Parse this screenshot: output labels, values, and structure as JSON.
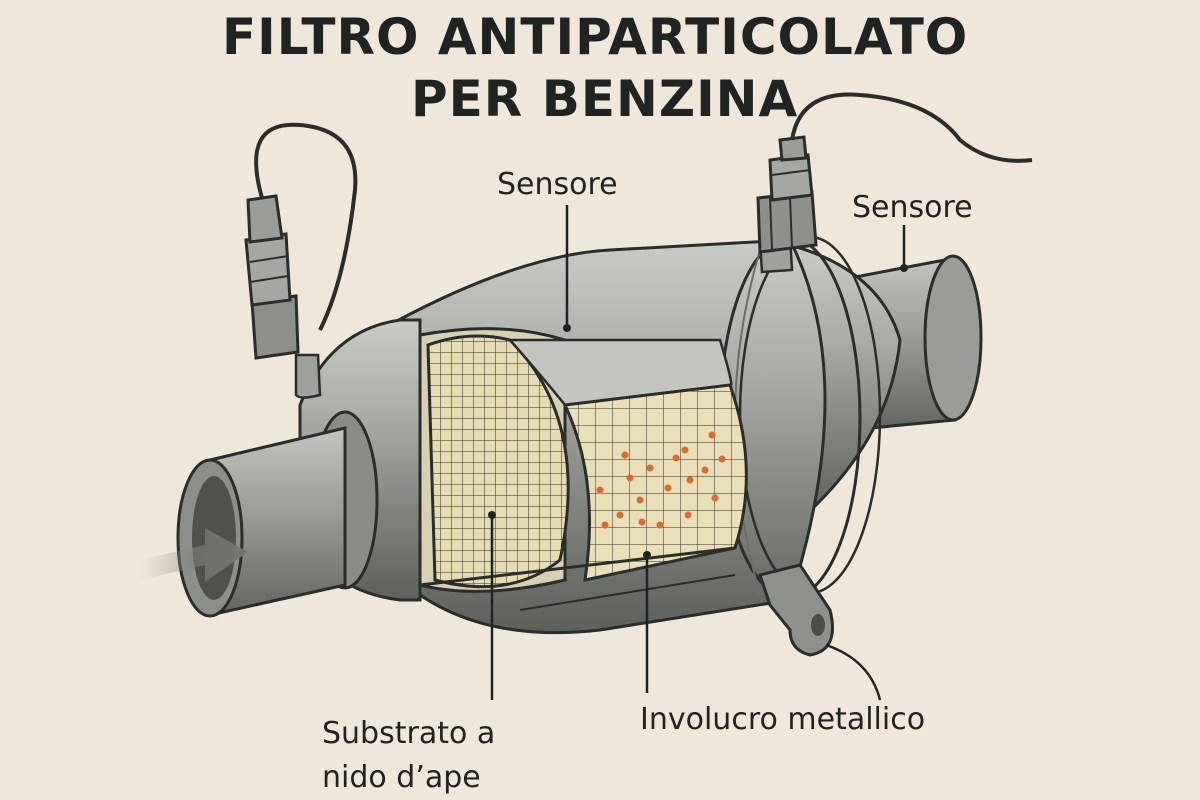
{
  "title": {
    "line1": "FILTRO ANTIPARTICOLATO",
    "line2": "PER BENZINA"
  },
  "labels": {
    "sensor_top": "Sensore",
    "sensor_right": "Sensore",
    "substrate_line1": "Substrato a",
    "substrate_line2": "nido d’ape",
    "metal_casing": "Involucro metallico"
  },
  "colors": {
    "background": "#efe8da",
    "metal": "#8e908b",
    "honeycomb": "#e6dcb2",
    "particles": "#e06a2a",
    "ink": "#1f2422"
  }
}
